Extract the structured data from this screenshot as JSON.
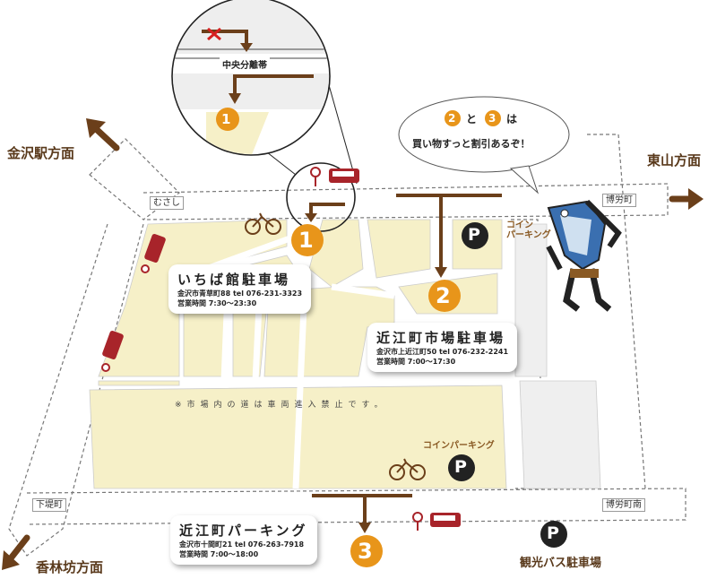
{
  "directions": {
    "kanazawa_station": "金沢駅方面",
    "higashiyama": "東山方面",
    "korinbo": "香林坊方面"
  },
  "roads": {
    "musashi": "むさし",
    "hakuromachi": "博労町",
    "shimotsutsumi": "下堤町",
    "hakuromachi_minami": "博労町南"
  },
  "inset": {
    "median_label": "中央分離帯",
    "marker": "1"
  },
  "speech_bubble": {
    "num_a": "2",
    "connector": "と",
    "num_b": "3",
    "particle": "は",
    "line2": "買い物すっと割引あるぞ！"
  },
  "parkings": [
    {
      "number": "1",
      "name": "いちば館駐車場",
      "address": "金沢市青草町88",
      "tel": "tel 076-231-3323",
      "hours_label": "営業時間",
      "hours": "7:30〜23:30"
    },
    {
      "number": "2",
      "name": "近江町市場駐車場",
      "address": "金沢市上近江町50",
      "tel": "tel 076-232-2241",
      "hours_label": "営業時間",
      "hours": "7:00〜17:30"
    },
    {
      "number": "3",
      "name": "近江町パーキング",
      "address": "金沢市十間町21",
      "tel": "tel 076-263-7918",
      "hours_label": "営業時間",
      "hours": "7:00〜18:00"
    }
  ],
  "coin_parking_1": "コイン\nパーキング",
  "coin_parking_2": "コインパーキング",
  "tour_bus_parking": "観光バス駐車場",
  "parking_symbol": "P",
  "market_note": "※市場内の道は車両進入禁止です。",
  "colors": {
    "block_fill": "#f6f0c8",
    "arrow_brown": "#6b3f1a",
    "marker_orange": "#e8951a",
    "bus_red": "#a8242a",
    "pale_block": "#efefef"
  }
}
